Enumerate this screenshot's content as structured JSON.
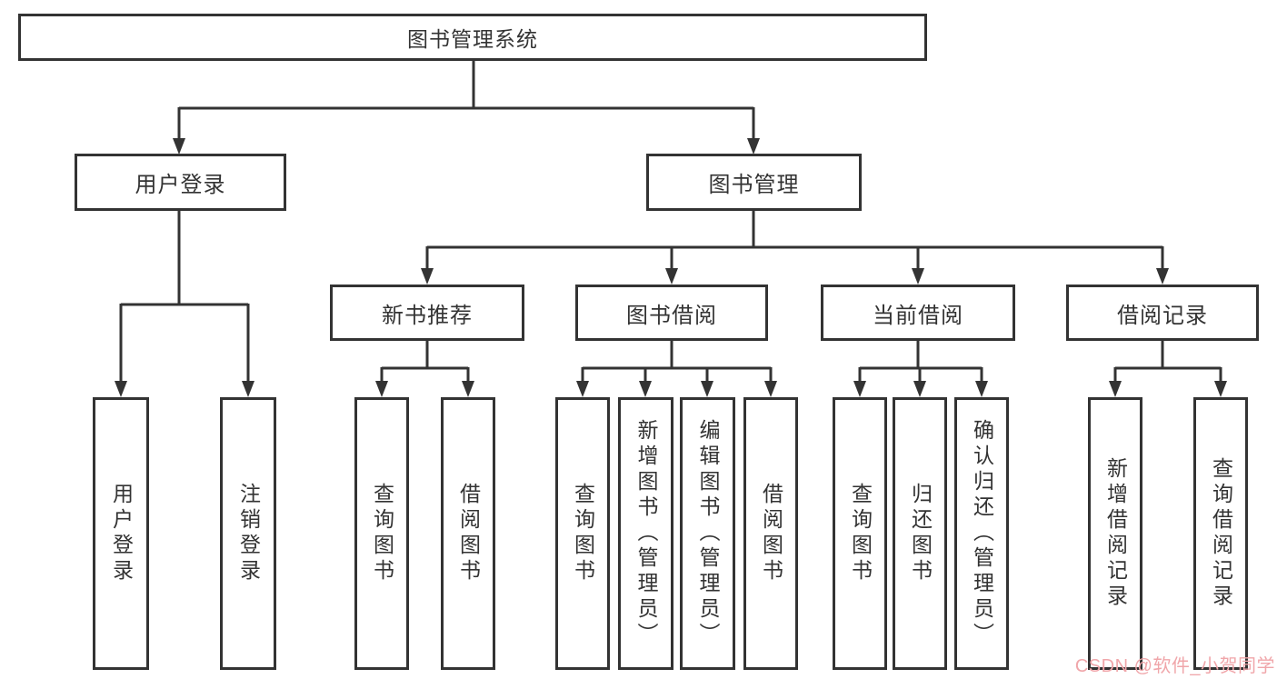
{
  "diagram": {
    "root": {
      "label": "图书管理系统"
    },
    "branches": [
      {
        "label": "用户登录",
        "children": [
          {
            "label": "用户登录"
          },
          {
            "label": "注销登录"
          }
        ]
      },
      {
        "label": "图书管理",
        "children": [
          {
            "label": "新书推荐",
            "children": [
              {
                "label": "查询图书"
              },
              {
                "label": "借阅图书"
              }
            ]
          },
          {
            "label": "图书借阅",
            "children": [
              {
                "label": "查询图书"
              },
              {
                "label": "新增图书（管理员）"
              },
              {
                "label": "编辑图书（管理员）"
              },
              {
                "label": "借阅图书"
              }
            ]
          },
          {
            "label": "当前借阅",
            "children": [
              {
                "label": "查询图书"
              },
              {
                "label": "归还图书"
              },
              {
                "label": "确认归还（管理员）"
              }
            ]
          },
          {
            "label": "借阅记录",
            "children": [
              {
                "label": "新增借阅记录"
              },
              {
                "label": "查询借阅记录"
              }
            ]
          }
        ]
      }
    ]
  },
  "watermark": {
    "text": "CSDN @软件_小贺同学",
    "color": "#f0a6aa"
  },
  "colors": {
    "line": "#333333",
    "box_fill": "#ffffff",
    "text": "#333333"
  }
}
